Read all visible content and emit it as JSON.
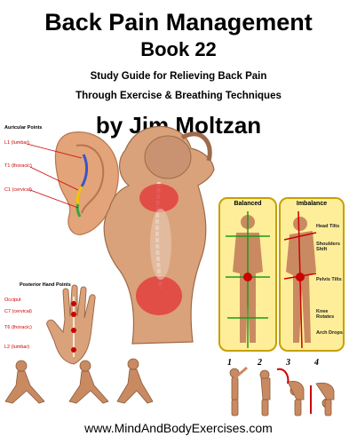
{
  "cover": {
    "title": "Back Pain Management",
    "book": "Book 22",
    "subtitle_line1": "Study Guide for Relieving Back Pain",
    "subtitle_line2": "Through Exercise & Breathing Techniques",
    "author": "by Jim Moltzan",
    "url": "www.MindAndBodyExercises.com"
  },
  "auricular": {
    "heading": "Auricular Points",
    "points": [
      "L1 (lumbar)",
      "T1 (thoracic)",
      "C1 (cervical)"
    ]
  },
  "hand": {
    "heading": "Posterior Hand Points",
    "points": [
      "Occiput",
      "C7 (cervical)",
      "T6 (thoracic)",
      "L2 (lumbar)"
    ]
  },
  "balanced_panel": {
    "title": "Balanced"
  },
  "imbalance_panel": {
    "title": "Imbalance",
    "labels": [
      "Head Tilts",
      "Shoulders Shift",
      "Pelvis Tilts",
      "Knee Rotates",
      "Arch Drops"
    ]
  },
  "stretch_steps": [
    "1",
    "2",
    "3",
    "4"
  ],
  "colors": {
    "accent_red": "#cc0000",
    "panel_fill": "#ffee99",
    "panel_border": "#c8a000",
    "skin": "#d9a27a"
  }
}
